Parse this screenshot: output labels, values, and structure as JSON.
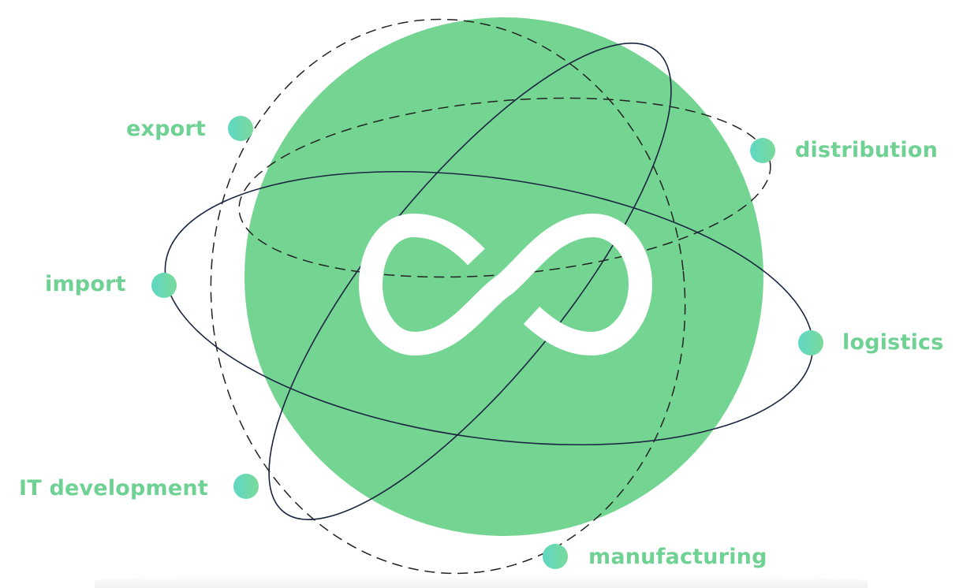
{
  "colors": {
    "sphere": "#74d592",
    "label": "#6fd193",
    "dot_start": "#5fd8c4",
    "dot_end": "#7ad99a",
    "symbol": "#ffffff",
    "orbit_solid": "#1b2542",
    "orbit_dashed": "#222222"
  },
  "center": {
    "symbol_icon": "infinity-icon"
  },
  "nodes": [
    {
      "label": "export"
    },
    {
      "label": "distribution"
    },
    {
      "label": "import"
    },
    {
      "label": "logistics"
    },
    {
      "label": "IT development"
    },
    {
      "label": "manufacturing"
    }
  ]
}
